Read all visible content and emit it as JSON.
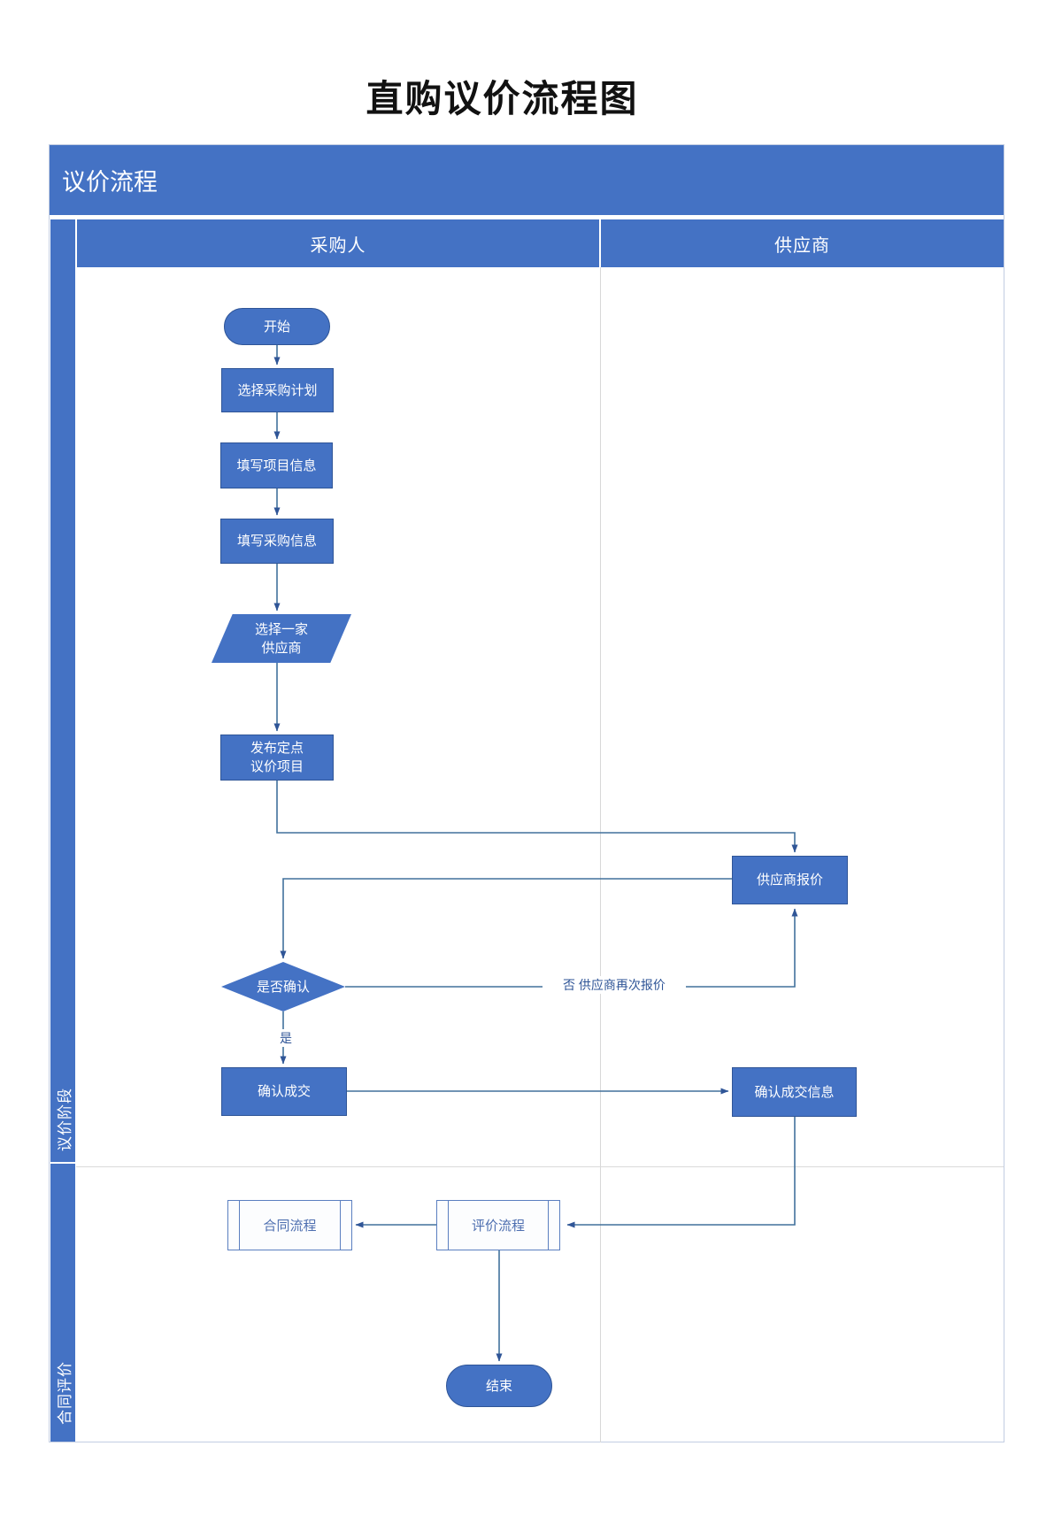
{
  "page": {
    "title": "直购议价流程图"
  },
  "frame": {
    "header": "议价流程",
    "lanes": [
      "采购人",
      "供应商"
    ],
    "phases": [
      "议价阶段",
      "合同评价"
    ]
  },
  "nodes": {
    "start": "开始",
    "select_plan": "选择采购计划",
    "fill_project": "填写项目信息",
    "fill_purchase": "填写采购信息",
    "select_supplier": "选择一家\n供应商",
    "publish_project": "发布定点\n议价项目",
    "supplier_quote": "供应商报价",
    "confirm_decision": "是否确认",
    "confirm_deal": "确认成交",
    "confirm_deal_info": "确认成交信息",
    "contract_process": "合同流程",
    "evaluation_process": "评价流程",
    "end": "结束"
  },
  "edge_labels": {
    "no": "否  供应商再次报价",
    "yes": "是"
  },
  "colors": {
    "shape_fill": "#4472C4",
    "shape_border": "#2F5597",
    "connector": "#41719C",
    "arrow": "#2F5597",
    "header_fill": "#4472C4",
    "lane_divider": "#D8D8D8",
    "frame_border": "#C2CDE2",
    "subprocess_border": "#5B7FC0",
    "subprocess_text": "#4E6FB0",
    "edge_label": "#2F5597"
  }
}
